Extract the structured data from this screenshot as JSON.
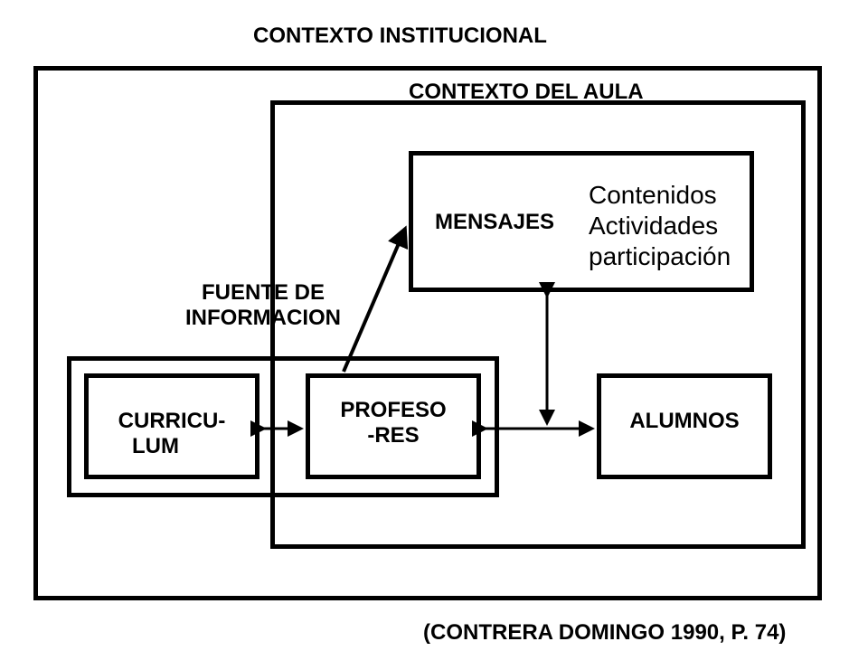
{
  "outer_title": "CONTEXTO INSTITUCIONAL",
  "aula_title": "CONTEXTO DEL AULA",
  "source_label": {
    "line1": "FUENTE DE",
    "line2": "INFORMACION"
  },
  "mensajes": {
    "label": "MENSAJES",
    "items": [
      "Contenidos",
      "Actividades",
      "participación"
    ]
  },
  "curriculum": {
    "line1": "CURRICU-",
    "line2": "LUM"
  },
  "profesores": {
    "line1": "PROFESO",
    "line2": "-RES"
  },
  "alumnos": "ALUMNOS",
  "citation": "(CONTRERA DOMINGO 1990, P. 74)"
}
